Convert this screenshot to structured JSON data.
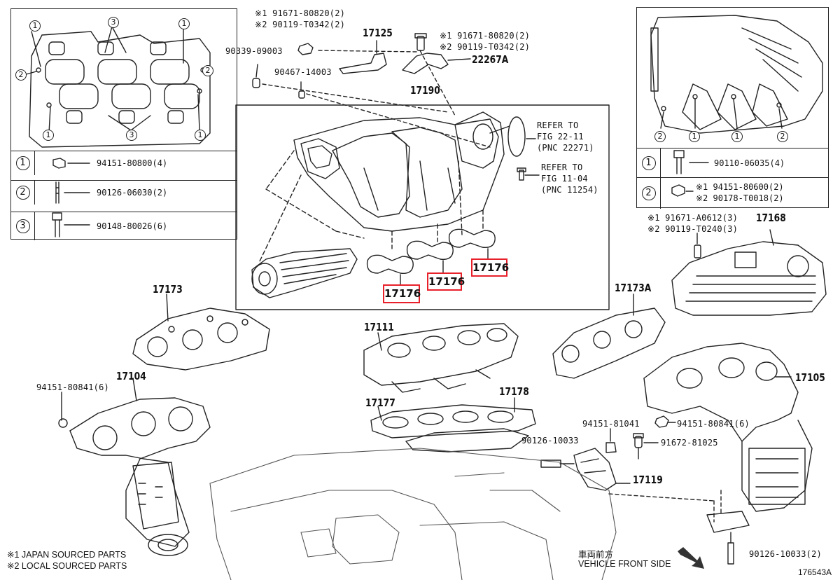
{
  "diagram_id": "176543A",
  "left_legend": {
    "rows": [
      {
        "num": "1",
        "part": "94151-80800(4)"
      },
      {
        "num": "2",
        "part": "90126-06030(2)"
      },
      {
        "num": "3",
        "part": "90148-80026(6)"
      }
    ]
  },
  "right_legend": {
    "rows": [
      {
        "num": "1",
        "part": "90110-06035(4)"
      },
      {
        "num": "2",
        "part": "※1 94151-80600(2)",
        "part2": "※2 90178-T0018(2)"
      }
    ]
  },
  "callouts": {
    "c1": "1",
    "c2": "2",
    "c3": "3"
  },
  "parts": {
    "p91671_top": "※1 91671-80820(2)",
    "p90119_top": "※2 90119-T0342(2)",
    "p90339": "90339-09003",
    "p17125": "17125",
    "p91671_r": "※1 91671-80820(2)",
    "p90119_r": "※2 90119-T0342(2)",
    "p22267a": "22267A",
    "p90467": "90467-14003",
    "p17190": "17190",
    "refer1_a": "REFER TO",
    "refer1_b": "FIG 22-11",
    "refer1_c": "(PNC 22271)",
    "refer2_a": "REFER TO",
    "refer2_b": "FIG 11-04",
    "refer2_c": "(PNC 11254)",
    "p17176": "17176",
    "p91671_a0612": "※1 91671-A0612(3)",
    "p90119_t0240": "※2 90119-T0240(3)",
    "p17168": "17168",
    "p17173": "17173",
    "p17173a": "17173A",
    "p17111": "17111",
    "p17104": "17104",
    "p94151_l": "94151-80841(6)",
    "p17177": "17177",
    "p17178": "17178",
    "p17105": "17105",
    "p94151_81041": "94151-81041",
    "p94151_r": "94151-80841(6)",
    "p90126_10033": "90126-10033",
    "p91672": "91672-81025",
    "p17119": "17119",
    "p90126_10033b": "90126-10033(2)"
  },
  "notes": {
    "japan": "※1 JAPAN SOURCED PARTS",
    "local": "※2 LOCAL SOURCED PARTS",
    "front_jp": "車両前方",
    "front_en": "VEHICLE FRONT SIDE"
  },
  "colors": {
    "highlight": "#e8202a",
    "line": "#222222"
  }
}
